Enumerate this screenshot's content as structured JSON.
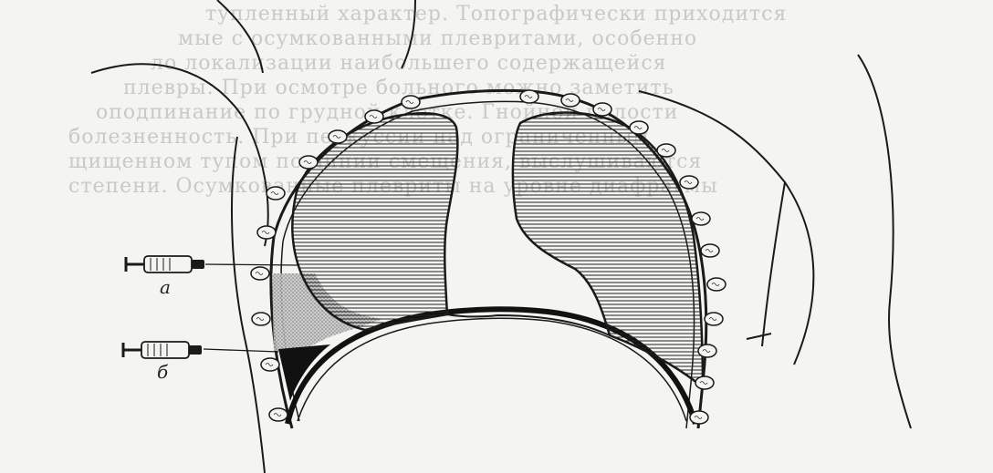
{
  "labels": {
    "needle_upper": "а",
    "needle_lower": "б"
  },
  "background_text_lines": [
    "тупленный характер. Топографически приходится",
    "мые с осумкованными плевритами, особенно",
    "ло локализации наибольшего содержащейся",
    "плевры. При осмотре больного можно заметить",
    "оподпинание по грудной клетке. Гнойной полости",
    "болезненность. При перкуссии над ограниченным",
    "щищенном тупом по линии смещения, выслушиваются",
    "степени. Осумкованные плевриты на уровне диафрагмы"
  ],
  "colors": {
    "ink": "#1a1a1a",
    "paper": "#f4f4f1",
    "fluid_dark": "#111111",
    "fluid_light": "#9a9a9a",
    "faded_text": "#c9c9c6"
  }
}
